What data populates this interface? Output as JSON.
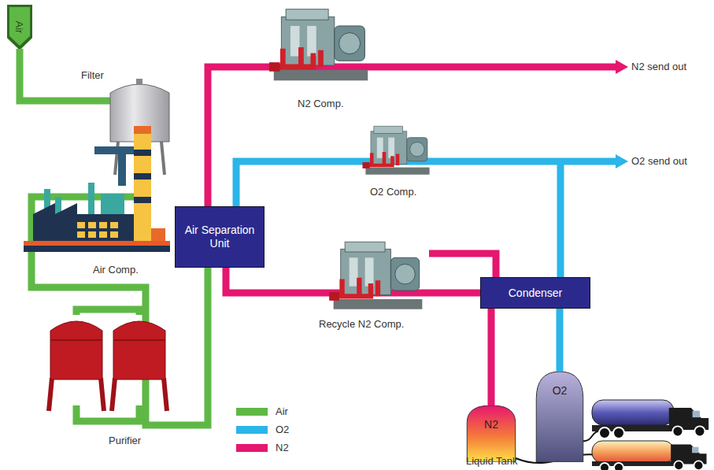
{
  "diagram": {
    "nodes": [
      {
        "text": [
          "Air"
        ]
      },
      {
        "text": [
          "Air Separation Unit"
        ]
      },
      {
        "text": [
          "Condenser"
        ]
      },
      {
        "text": [
          "N2"
        ]
      },
      {
        "text": [
          "O2"
        ]
      }
    ],
    "edges": [
      {
        "from": 0,
        "to": 1,
        "arrow": "none"
      },
      {
        "from": 1,
        "to": 2,
        "arrow": "none"
      },
      {
        "from": 2,
        "to": 3,
        "arrow": "none"
      },
      {
        "from": 2,
        "to": 4,
        "arrow": "none"
      }
    ],
    "labels": [
      "Filter",
      "Air Comp.",
      "Purifier",
      "N2 Comp.",
      "N2 send out",
      "O2 Comp.",
      "O2 send out",
      "Recycle N2 Comp.",
      "Liquid Tank"
    ],
    "legend": [
      {
        "text": "Air",
        "color": "#5fb846"
      },
      {
        "text": "O2",
        "color": "#2bb5e8"
      },
      {
        "text": "N2",
        "color": "#e5176f"
      }
    ]
  }
}
